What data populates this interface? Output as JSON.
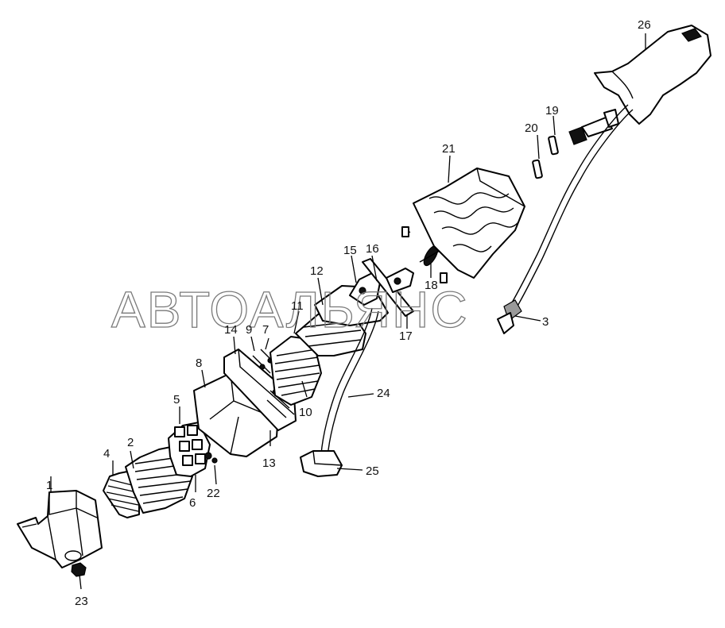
{
  "diagram": {
    "watermark": "АВТОАЛЬЯНС",
    "callouts": [
      {
        "id": "1",
        "text": "1"
      },
      {
        "id": "2",
        "text": "2"
      },
      {
        "id": "3",
        "text": "3"
      },
      {
        "id": "4",
        "text": "4"
      },
      {
        "id": "5",
        "text": "5"
      },
      {
        "id": "6",
        "text": "6"
      },
      {
        "id": "7",
        "text": "7"
      },
      {
        "id": "8",
        "text": "8"
      },
      {
        "id": "9",
        "text": "9"
      },
      {
        "id": "10",
        "text": "10"
      },
      {
        "id": "11",
        "text": "11"
      },
      {
        "id": "12",
        "text": "12"
      },
      {
        "id": "13",
        "text": "13"
      },
      {
        "id": "14",
        "text": "14"
      },
      {
        "id": "15",
        "text": "15"
      },
      {
        "id": "16",
        "text": "16"
      },
      {
        "id": "17",
        "text": "17"
      },
      {
        "id": "18",
        "text": "18"
      },
      {
        "id": "19",
        "text": "19"
      },
      {
        "id": "20",
        "text": "20"
      },
      {
        "id": "21",
        "text": "21"
      },
      {
        "id": "22",
        "text": "22"
      },
      {
        "id": "23",
        "text": "23"
      },
      {
        "id": "24",
        "text": "24"
      },
      {
        "id": "25",
        "text": "25"
      },
      {
        "id": "26",
        "text": "26"
      }
    ]
  }
}
